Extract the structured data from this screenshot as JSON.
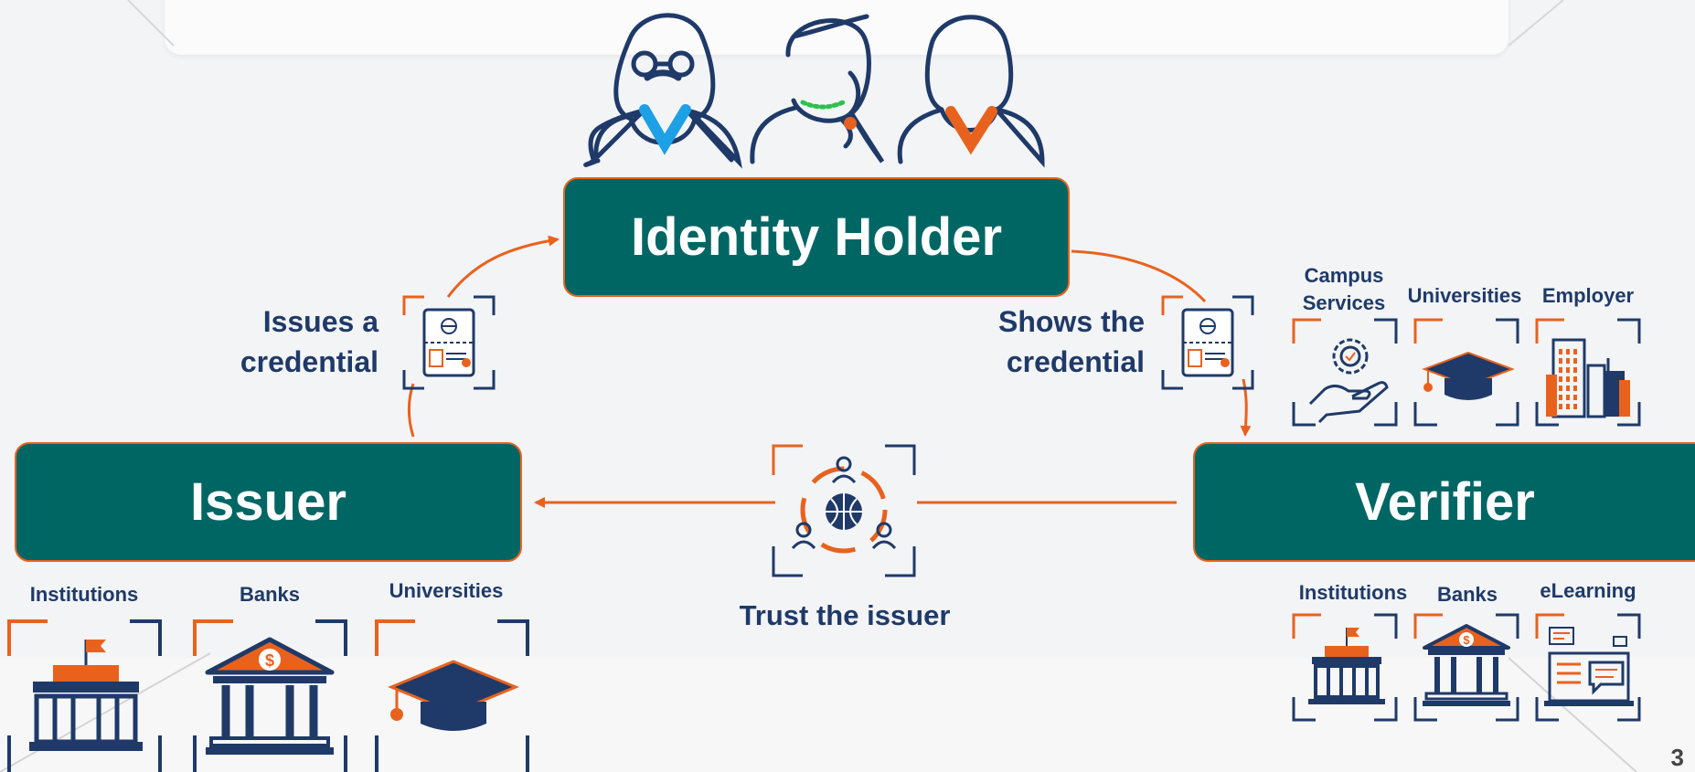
{
  "holder": {
    "title": "Identity Holder"
  },
  "issuer": {
    "title": "Issuer",
    "action": "Issues a credential",
    "examples": [
      "Institutions",
      "Banks",
      "Universities"
    ]
  },
  "verifier": {
    "title": "Verifier",
    "action": "Shows the credential",
    "examples_top": [
      "Campus Services",
      "Universities",
      "Employer"
    ],
    "examples_bottom": [
      "Institutions",
      "Banks",
      "eLearning"
    ]
  },
  "trust": {
    "label": "Trust the issuer"
  },
  "colors": {
    "teal": "#006664",
    "orange": "#e8621e",
    "navy": "#1f3a68",
    "blue": "#1da0e6",
    "green": "#2ec04e"
  },
  "icons": [
    "person-glasses-icon",
    "person-woman-icon",
    "person-man-icon",
    "passport-icon",
    "network-globe-icon",
    "building-icon",
    "bank-icon",
    "graduation-cap-icon",
    "gear-hand-icon",
    "city-buildings-icon",
    "elearning-icon"
  ],
  "page_number": "3"
}
